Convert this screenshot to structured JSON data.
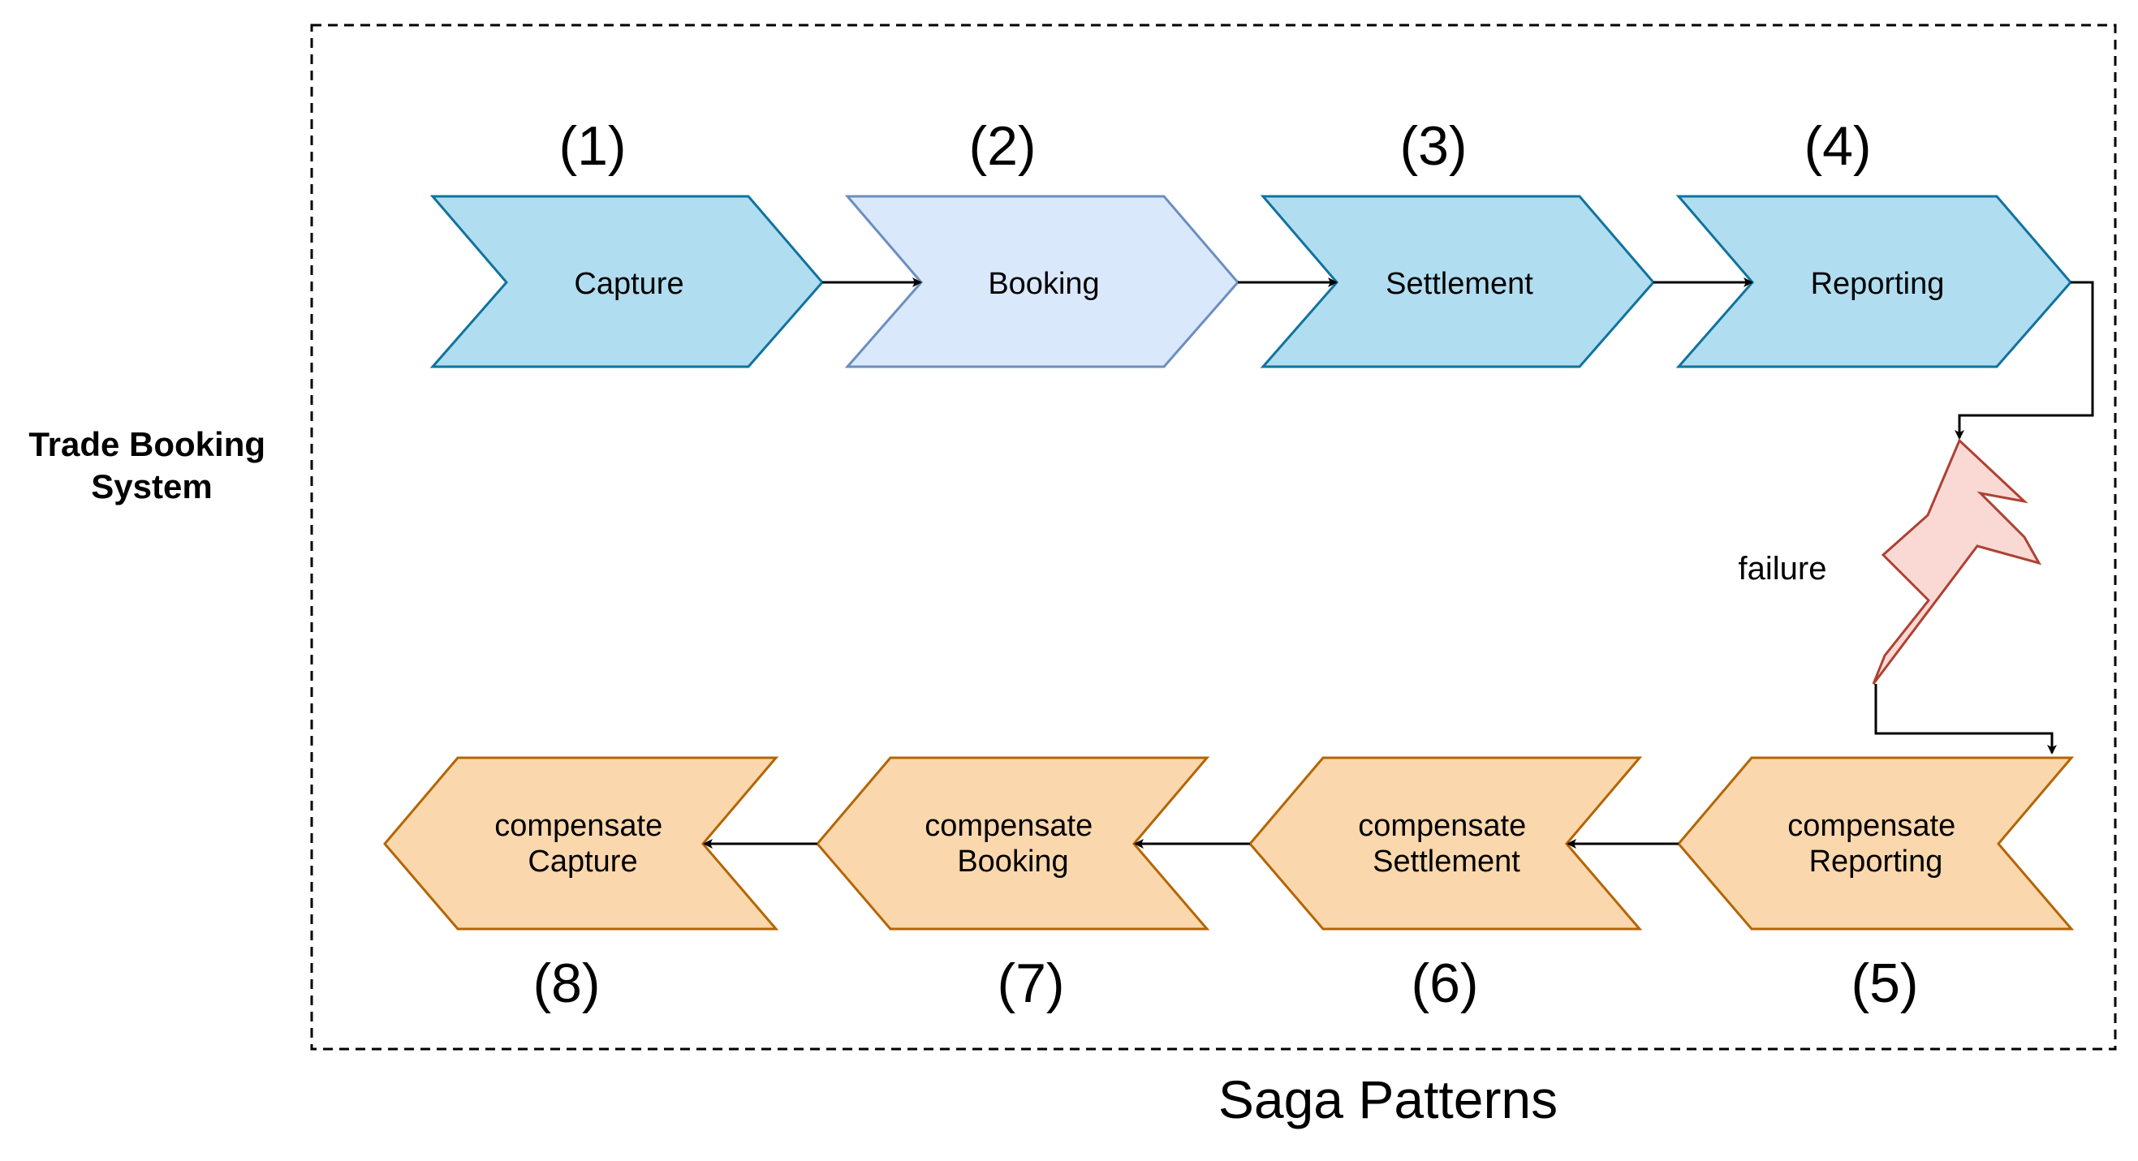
{
  "system_label": {
    "line1": "Trade Booking",
    "line2": "System"
  },
  "forward_steps": [
    {
      "number": "(1)",
      "label": "Capture",
      "fill": "#b1ddf0",
      "stroke": "#10739e"
    },
    {
      "number": "(2)",
      "label": "Booking",
      "fill": "#dae8fc",
      "stroke": "#6c8ebf"
    },
    {
      "number": "(3)",
      "label": "Settlement",
      "fill": "#b1ddf0",
      "stroke": "#10739e"
    },
    {
      "number": "(4)",
      "label": "Reporting",
      "fill": "#b1ddf0",
      "stroke": "#10739e"
    }
  ],
  "failure": {
    "label": "failure",
    "fill": "#fad9d5",
    "stroke": "#ae4132"
  },
  "compensate_steps": [
    {
      "number": "(5)",
      "line1": "compensate",
      "line2": "Reporting",
      "fill": "#fad7ac",
      "stroke": "#b46504"
    },
    {
      "number": "(6)",
      "line1": "compensate",
      "line2": "Settlement",
      "fill": "#fad7ac",
      "stroke": "#b46504"
    },
    {
      "number": "(7)",
      "line1": "compensate",
      "line2": "Booking",
      "fill": "#fad7ac",
      "stroke": "#b46504"
    },
    {
      "number": "(8)",
      "line1": "compensate",
      "line2": "Capture",
      "fill": "#fad7ac",
      "stroke": "#b46504"
    }
  ],
  "caption": "Saga Patterns"
}
